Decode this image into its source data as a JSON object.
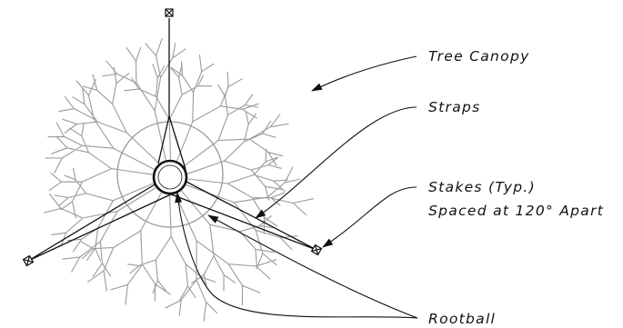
{
  "labels": {
    "canopy": "Tree Canopy",
    "straps": "Straps",
    "stakes_line1": "Stakes (Typ.)",
    "stakes_line2": "Spaced at 120° Apart",
    "rootball": "Rootball"
  },
  "colors": {
    "canopy": "#9a9a9a",
    "ink": "#111111",
    "background": "#ffffff"
  },
  "icons": {
    "stake": "boxed-x-marker",
    "arrow": "filled-arrowhead"
  }
}
